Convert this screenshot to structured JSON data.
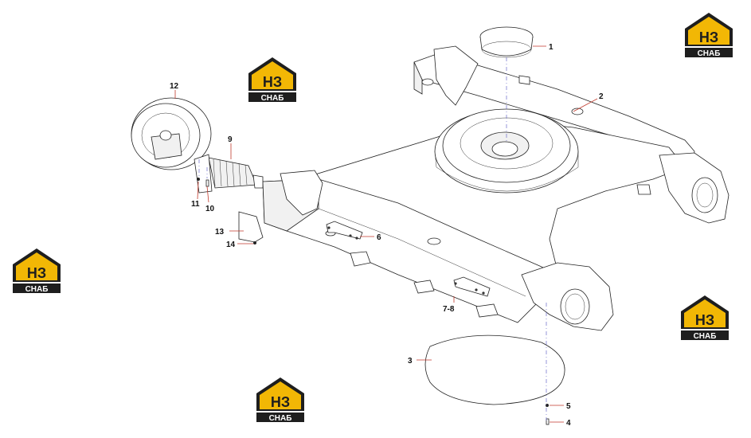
{
  "watermark": {
    "top_text": "НЗ",
    "bottom_text": "СНАБ",
    "colors": {
      "yellow": "#f2b705",
      "dark": "#1e1e1e",
      "light": "#ffffff"
    }
  },
  "callouts": {
    "c1": "1",
    "c2": "2",
    "c3": "3",
    "c4": "4",
    "c5": "5",
    "c6": "6",
    "c78": "7-8",
    "c9": "9",
    "c10": "10",
    "c11": "11",
    "c12": "12",
    "c13": "13",
    "c14": "14"
  },
  "colors": {
    "leader": "#c0392b",
    "axis": "#6a6ac8",
    "line": "#222222"
  }
}
